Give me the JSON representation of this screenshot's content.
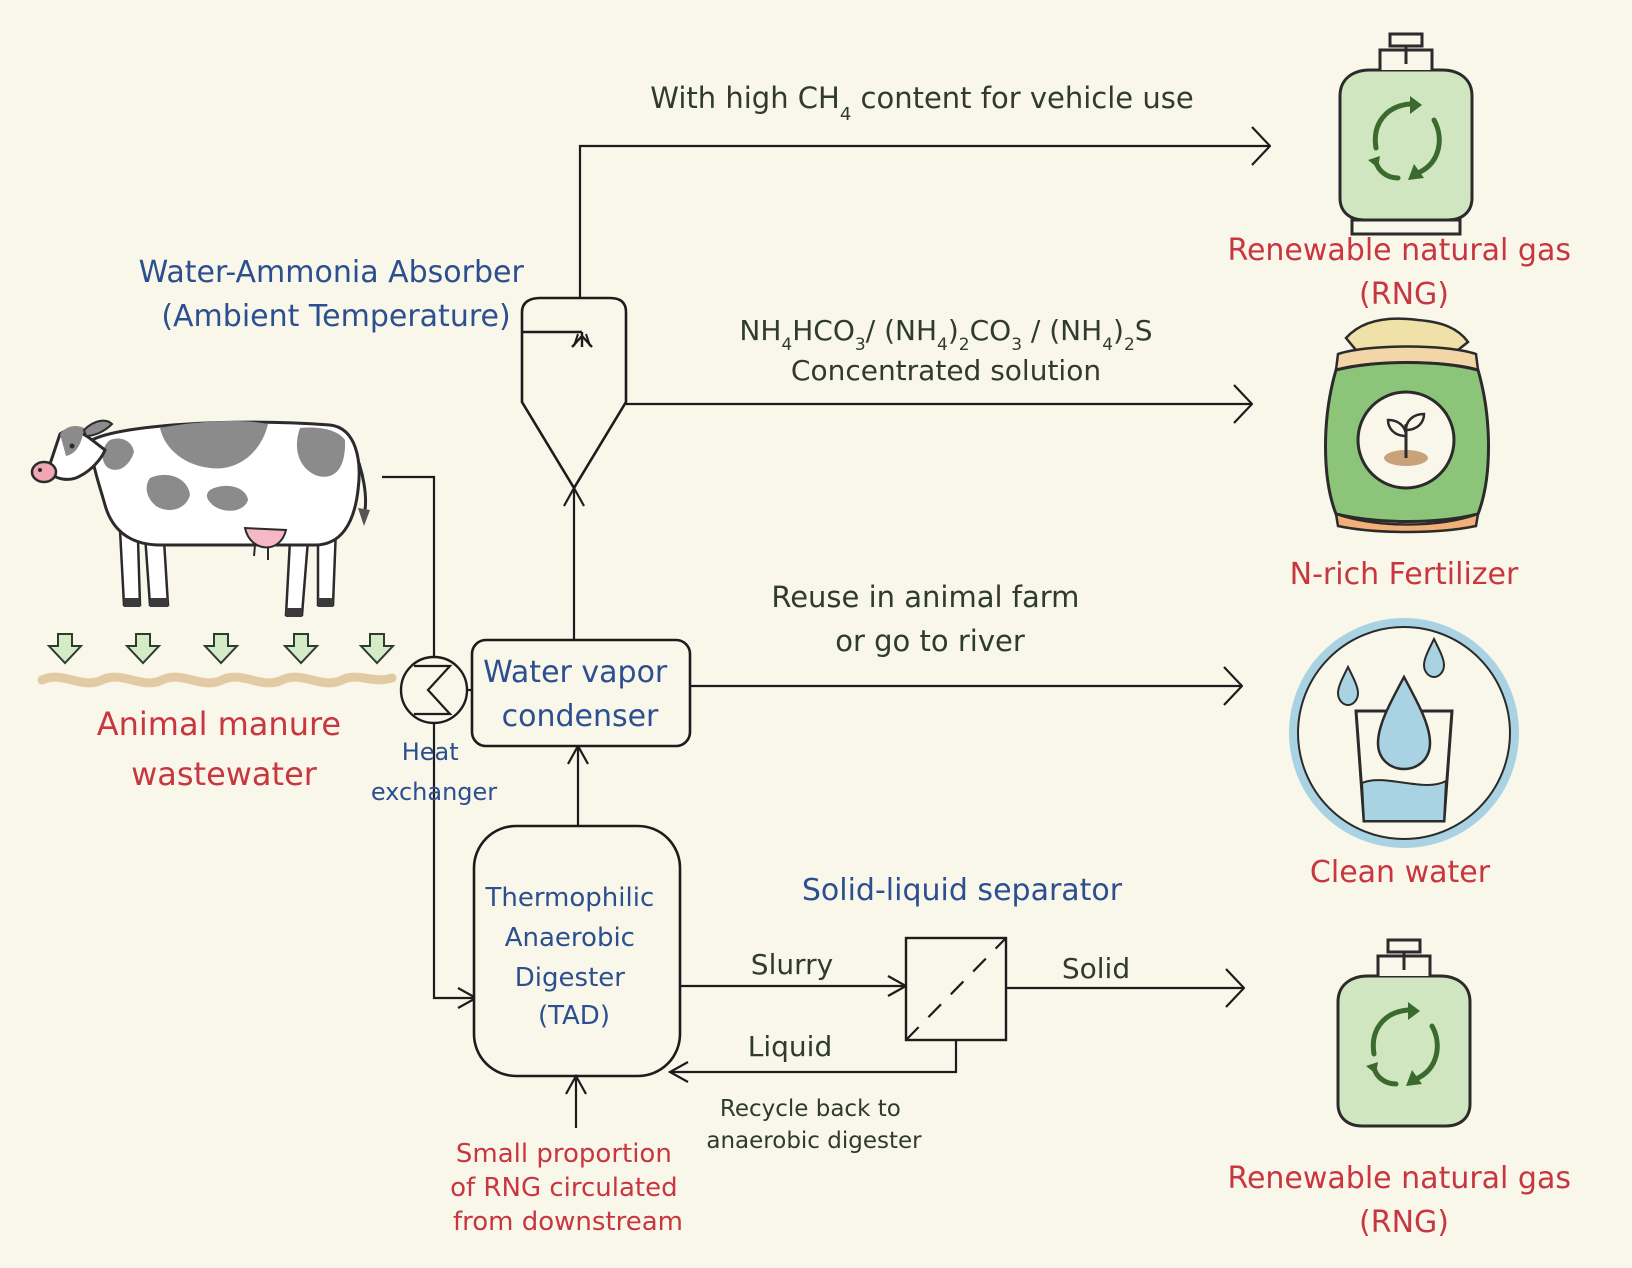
{
  "colors": {
    "background": "#f9f6ea",
    "process_label": "#2c4f8f",
    "product_label": "#c8363f",
    "flow_label": "#2e3b2e",
    "tank_green": "#cfe6c0",
    "fertilizer_green": "#8cc47a",
    "water_blue": "#a9d3e3",
    "manure_tan": "#e2caa3"
  },
  "process": {
    "absorber_line1": "Water-Ammonia Absorber",
    "absorber_line2": "(Ambient Temperature)",
    "condenser_line1": "Water vapor",
    "condenser_line2": "condenser",
    "heat_exchanger_line1": "Heat",
    "heat_exchanger_line2": "exchanger",
    "digester_line1": "Thermophilic",
    "digester_line2": "Anaerobic",
    "digester_line3": "Digester",
    "digester_line4": "(TAD)",
    "separator": "Solid-liquid separator"
  },
  "flows": {
    "ch4_prefix": "With high CH",
    "ch4_sub": "4",
    "ch4_suffix": " content for vehicle use",
    "solution_formula_parts": [
      "NH",
      "4",
      "HCO",
      "3",
      "/ (NH",
      "4",
      ")",
      "2",
      "CO",
      "3",
      " / (NH",
      "4",
      ")",
      "2",
      "S"
    ],
    "solution_line2": "Concentrated solution",
    "reuse_line1": "Reuse in animal farm",
    "reuse_line2": "or go to river",
    "slurry": "Slurry",
    "liquid": "Liquid",
    "solid": "Solid",
    "recycle_line1": "Recycle back to",
    "recycle_line2": "anaerobic digester",
    "rng_feed_line1": "Small proportion",
    "rng_feed_line2": "of RNG circulated",
    "rng_feed_line3": "from downstream"
  },
  "inputs": {
    "manure_line1": "Animal manure",
    "manure_line2": "wastewater"
  },
  "products": {
    "rng_top_line1": "Renewable natural gas",
    "rng_top_line2": "(RNG)",
    "fertilizer": "N-rich Fertilizer",
    "water": "Clean water",
    "rng_bottom_line1": "Renewable natural gas",
    "rng_bottom_line2": "(RNG)"
  },
  "icons": {
    "cow": "cow-illustration",
    "gas_tank": "gas-cylinder-recycle-icon",
    "fertilizer": "fertilizer-bag-sprout-icon",
    "water": "water-glass-drops-icon",
    "heat_exchanger": "heat-exchanger-symbol",
    "separator": "filter-separator-symbol",
    "spray": "spray-nozzle-icon"
  }
}
